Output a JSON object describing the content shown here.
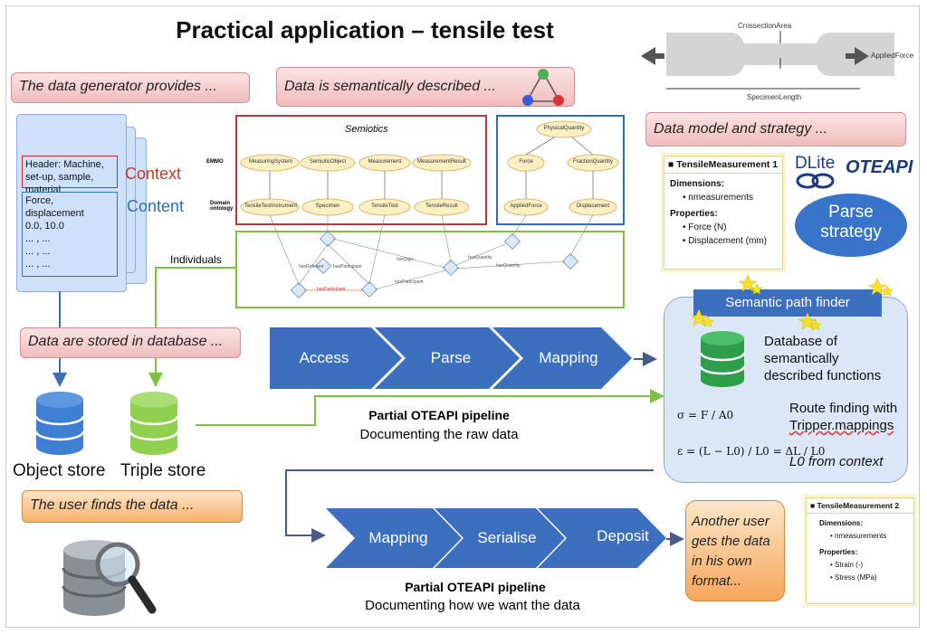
{
  "title": "Practical application – tensile test",
  "labels": {
    "data_generator": "The data generator provides ...",
    "semantically_described": "Data is semantically described ...",
    "data_model_strategy": "Data model and strategy ...",
    "stored_in_db": "Data are stored in database ...",
    "user_finds": "The user finds the data ...",
    "individuals": "Individuals",
    "context": "Context",
    "content": "Content"
  },
  "document": {
    "header_text": "Header: Machine, set-up, sample, material",
    "content_lines": [
      "Force, displacement",
      "0.0, 10.0",
      "... , ...",
      "... , ...",
      "... , ..."
    ]
  },
  "stores": {
    "object_store": "Object store",
    "triple_store": "Triple store"
  },
  "specimen": {
    "cross_section": "CrossectionArea",
    "applied_force": "AppliedForce",
    "length": "SpecimenLength"
  },
  "semiotics": {
    "title": "Semiotics",
    "emmo_label": "EMMO",
    "domain_label": "Domain ontology",
    "emmo_nodes": [
      "MeasuringSystem",
      "SemioticObject",
      "Measurement",
      "MeasurementResult"
    ],
    "domain_nodes": [
      "TensileTestInstrument",
      "Specimen",
      "TensileTest",
      "TensileResult"
    ],
    "quantity_nodes": [
      "PhysicalQuantity",
      "Force",
      "FractionQuantity",
      "AppliedForce",
      "Displacement"
    ],
    "relations": [
      "hasReferent",
      "hasParticipant",
      "hasSign",
      "hasQuantity",
      "hasQuantity",
      "hasParticipant",
      "hasParticipant"
    ]
  },
  "tm1": {
    "title": "TensileMeasurement 1",
    "dimensions_label": "Dimensions:",
    "dimensions": [
      "nmeasurements"
    ],
    "properties_label": "Properties:",
    "properties": [
      "Force (N)",
      "Displacement (mm)"
    ]
  },
  "tm2": {
    "title": "TensileMeasurement 2",
    "dimensions_label": "Dimensions:",
    "dimensions": [
      "nmeasurements"
    ],
    "properties_label": "Properties:",
    "properties": [
      "Strain (-)",
      "Stress (MPa)"
    ]
  },
  "logos": {
    "dlite": "DLite",
    "oteapi": "OTEAPI"
  },
  "parse_strategy": [
    "Parse",
    "strategy"
  ],
  "semantic_path": {
    "header": "Semantic path finder",
    "db_text": [
      "Database of",
      "semantically",
      "described functions"
    ],
    "route_text": [
      "Route finding with",
      "Tripper.mappings"
    ],
    "l0_context": "L0 from context",
    "eq1": "σ = F / A0",
    "eq2": "ε = (L − L0) / L0 = ΔL / L0"
  },
  "pipeline1": {
    "steps": [
      "Access",
      "Parse",
      "Mapping"
    ],
    "title": "Partial OTEAPI pipeline",
    "subtitle": "Documenting the raw data"
  },
  "pipeline2": {
    "steps": [
      "Mapping",
      "Serialise",
      "Deposit"
    ],
    "title": "Partial OTEAPI pipeline",
    "subtitle": "Documenting how we want the data"
  },
  "another_user": [
    "Another user",
    "gets the data",
    "in his own",
    "format..."
  ],
  "colors": {
    "pink_box": "#f0bcbc",
    "orange_box": "#f5b06a",
    "chevron_blue": "#3d6fbf",
    "db_blue": "#3f7fd3",
    "db_green": "#8fd14f",
    "semiotics_red": "#b23a3a",
    "quantity_blue": "#2f6db5",
    "individuals_green": "#7dc142"
  }
}
